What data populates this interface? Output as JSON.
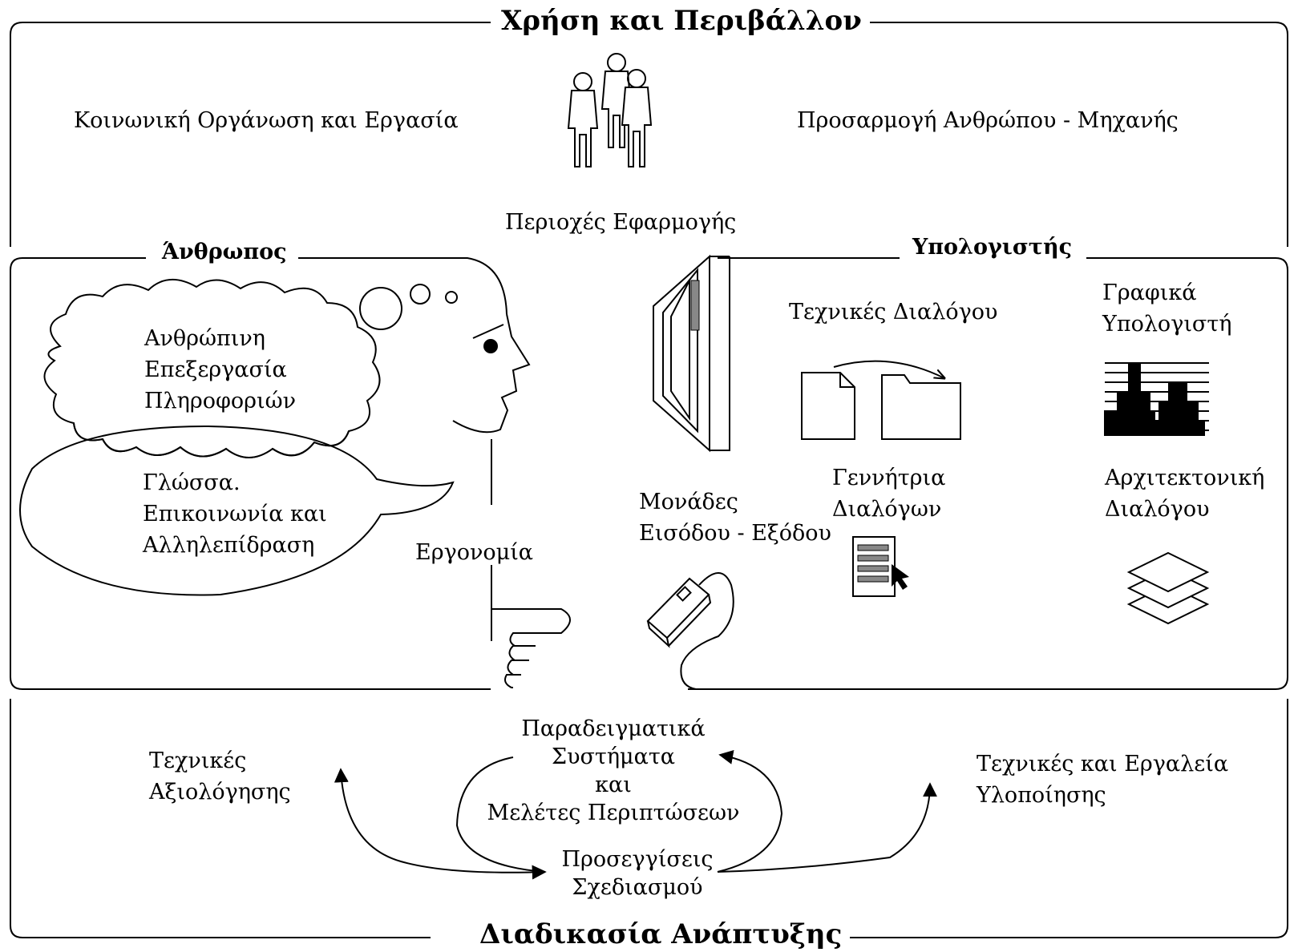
{
  "titles": {
    "top": "Χρήση και Περιβάλλον",
    "human": "Άνθρωπος",
    "computer": "Υπολογιστής",
    "bottom": "Διαδικασία Ανάπτυξης"
  },
  "labels": {
    "social": "Κοινωνική Οργάνωση και Εργασία",
    "human_machine_fit": "Προσαρμογή Ανθρώπου - Μηχανής",
    "application_areas": "Περιοχές Εφαρμογής",
    "human_info_processing": "Ανθρώπινη\nΕπεξεργασία\nΠληροφοριών",
    "language": "Γλώσσα.\nΕπικοινωνία και\nΑλληλεπίδραση",
    "ergonomics": "Εργονομία",
    "io_devices": "Μονάδες\nΕισόδου - Εξόδου",
    "dialogue_techniques": "Τεχνικές Διαλόγου",
    "computer_graphics": "Γραφικά\nΥπολογιστή",
    "dialogue_generator": "Γεννήτρια\nΔιαλόγων",
    "dialogue_architecture": "Αρχιτεκτονική\nΔιαλόγου",
    "evaluation_techniques": "Τεχνικές\nΑξιολόγησης",
    "example_systems": "Παραδειγματικά Συστήματα\nκαι\nΜελέτες Περιπτώσεων",
    "implementation_tools": "Τεχνικές και Εργαλεία\nΥλοποίησης",
    "design_approaches": "Προσεγγίσεις\nΣχεδιασμού"
  },
  "icons": {
    "people": "people-group-icon",
    "cloud": "thought-cloud-icon",
    "speech": "speech-bubble-icon",
    "head": "head-profile-icon",
    "hand": "pointing-hand-icon",
    "monitor": "monitor-icon",
    "mouse": "mouse-icon",
    "dialogue": "document-to-folder-icon",
    "graphics": "graphics-bars-icon",
    "generator": "document-cursor-icon",
    "layers": "stacked-layers-icon"
  },
  "colors": {
    "ink": "#000000",
    "paper": "#ffffff"
  }
}
